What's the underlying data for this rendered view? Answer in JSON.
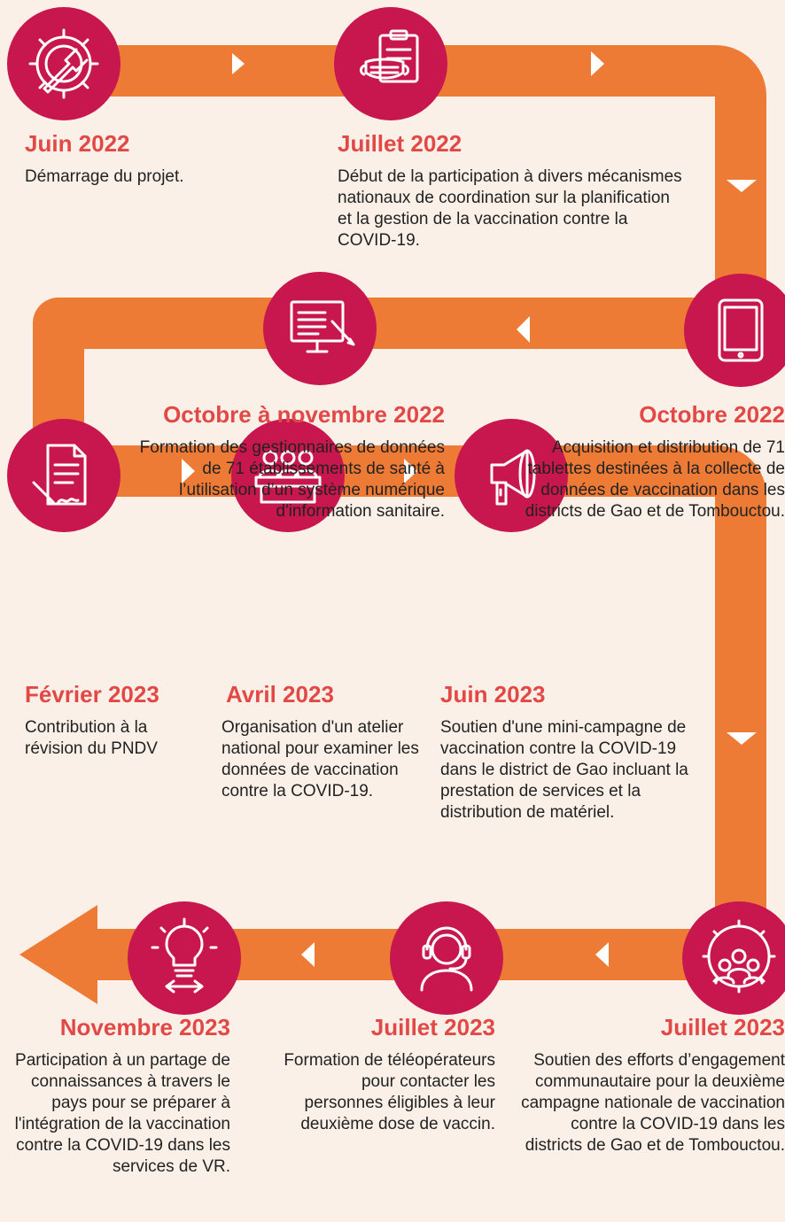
{
  "colors": {
    "background": "#fbf0e8",
    "path": "#ee7b35",
    "circle": "#c8174e",
    "date": "#e24846",
    "text": "#222222",
    "icon": "#ffffff"
  },
  "milestones": [
    {
      "date": "Juin 2022",
      "text": "Démarrage du projet.",
      "icon": "wrench-gear-icon"
    },
    {
      "date": "Juillet 2022",
      "text": "Début de la participation à divers mécanismes nationaux de coordination sur la planification et la gestion de la vaccination contre la COVID-19.",
      "icon": "mask-clipboard-icon"
    },
    {
      "date": "Octobre 2022",
      "text": "Acquisition et distribution de 71 tablettes destinées à la collecte de données de vaccination dans les districts de Gao et de Tombouctou.",
      "icon": "tablet-icon"
    },
    {
      "date": "Octobre à novembre 2022",
      "text": "Formation des gestionnaires de données de 71 établissements de santé à l’utilisation d’un système numérique d'information sanitaire.",
      "icon": "presentation-board-icon"
    },
    {
      "date": "Février 2023",
      "text": "Contribution à la révision du PNDV",
      "icon": "document-sign-icon"
    },
    {
      "date": "Avril 2023",
      "text": "Organisation d'un atelier national pour examiner les données de vaccination contre la COVID-19.",
      "icon": "meeting-group-icon"
    },
    {
      "date": "Juin 2023",
      "text": "Soutien d'une mini-campagne de vaccination contre la COVID-19 dans le district de Gao incluant la prestation de services et la distribution de matériel.",
      "icon": "megaphone-icon"
    },
    {
      "date": "Juillet 2023",
      "text": "Soutien des efforts d’engagement communautaire pour la deuxième campagne nationale de vaccination contre la COVID-19 dans les districts de Gao et de Tombouctou.",
      "icon": "community-gear-icon"
    },
    {
      "date": "Juillet 2023",
      "text": "Formation de téléopérateurs pour contacter les personnes éligibles à leur deuxième dose de vaccin.",
      "icon": "headset-operator-icon"
    },
    {
      "date": "Novembre 2023",
      "text": "Participation à un partage de connaissances à travers le pays pour se préparer à l'intégration de la vaccination contre la COVID-19 dans les services de VR.",
      "icon": "lightbulb-icon"
    }
  ]
}
